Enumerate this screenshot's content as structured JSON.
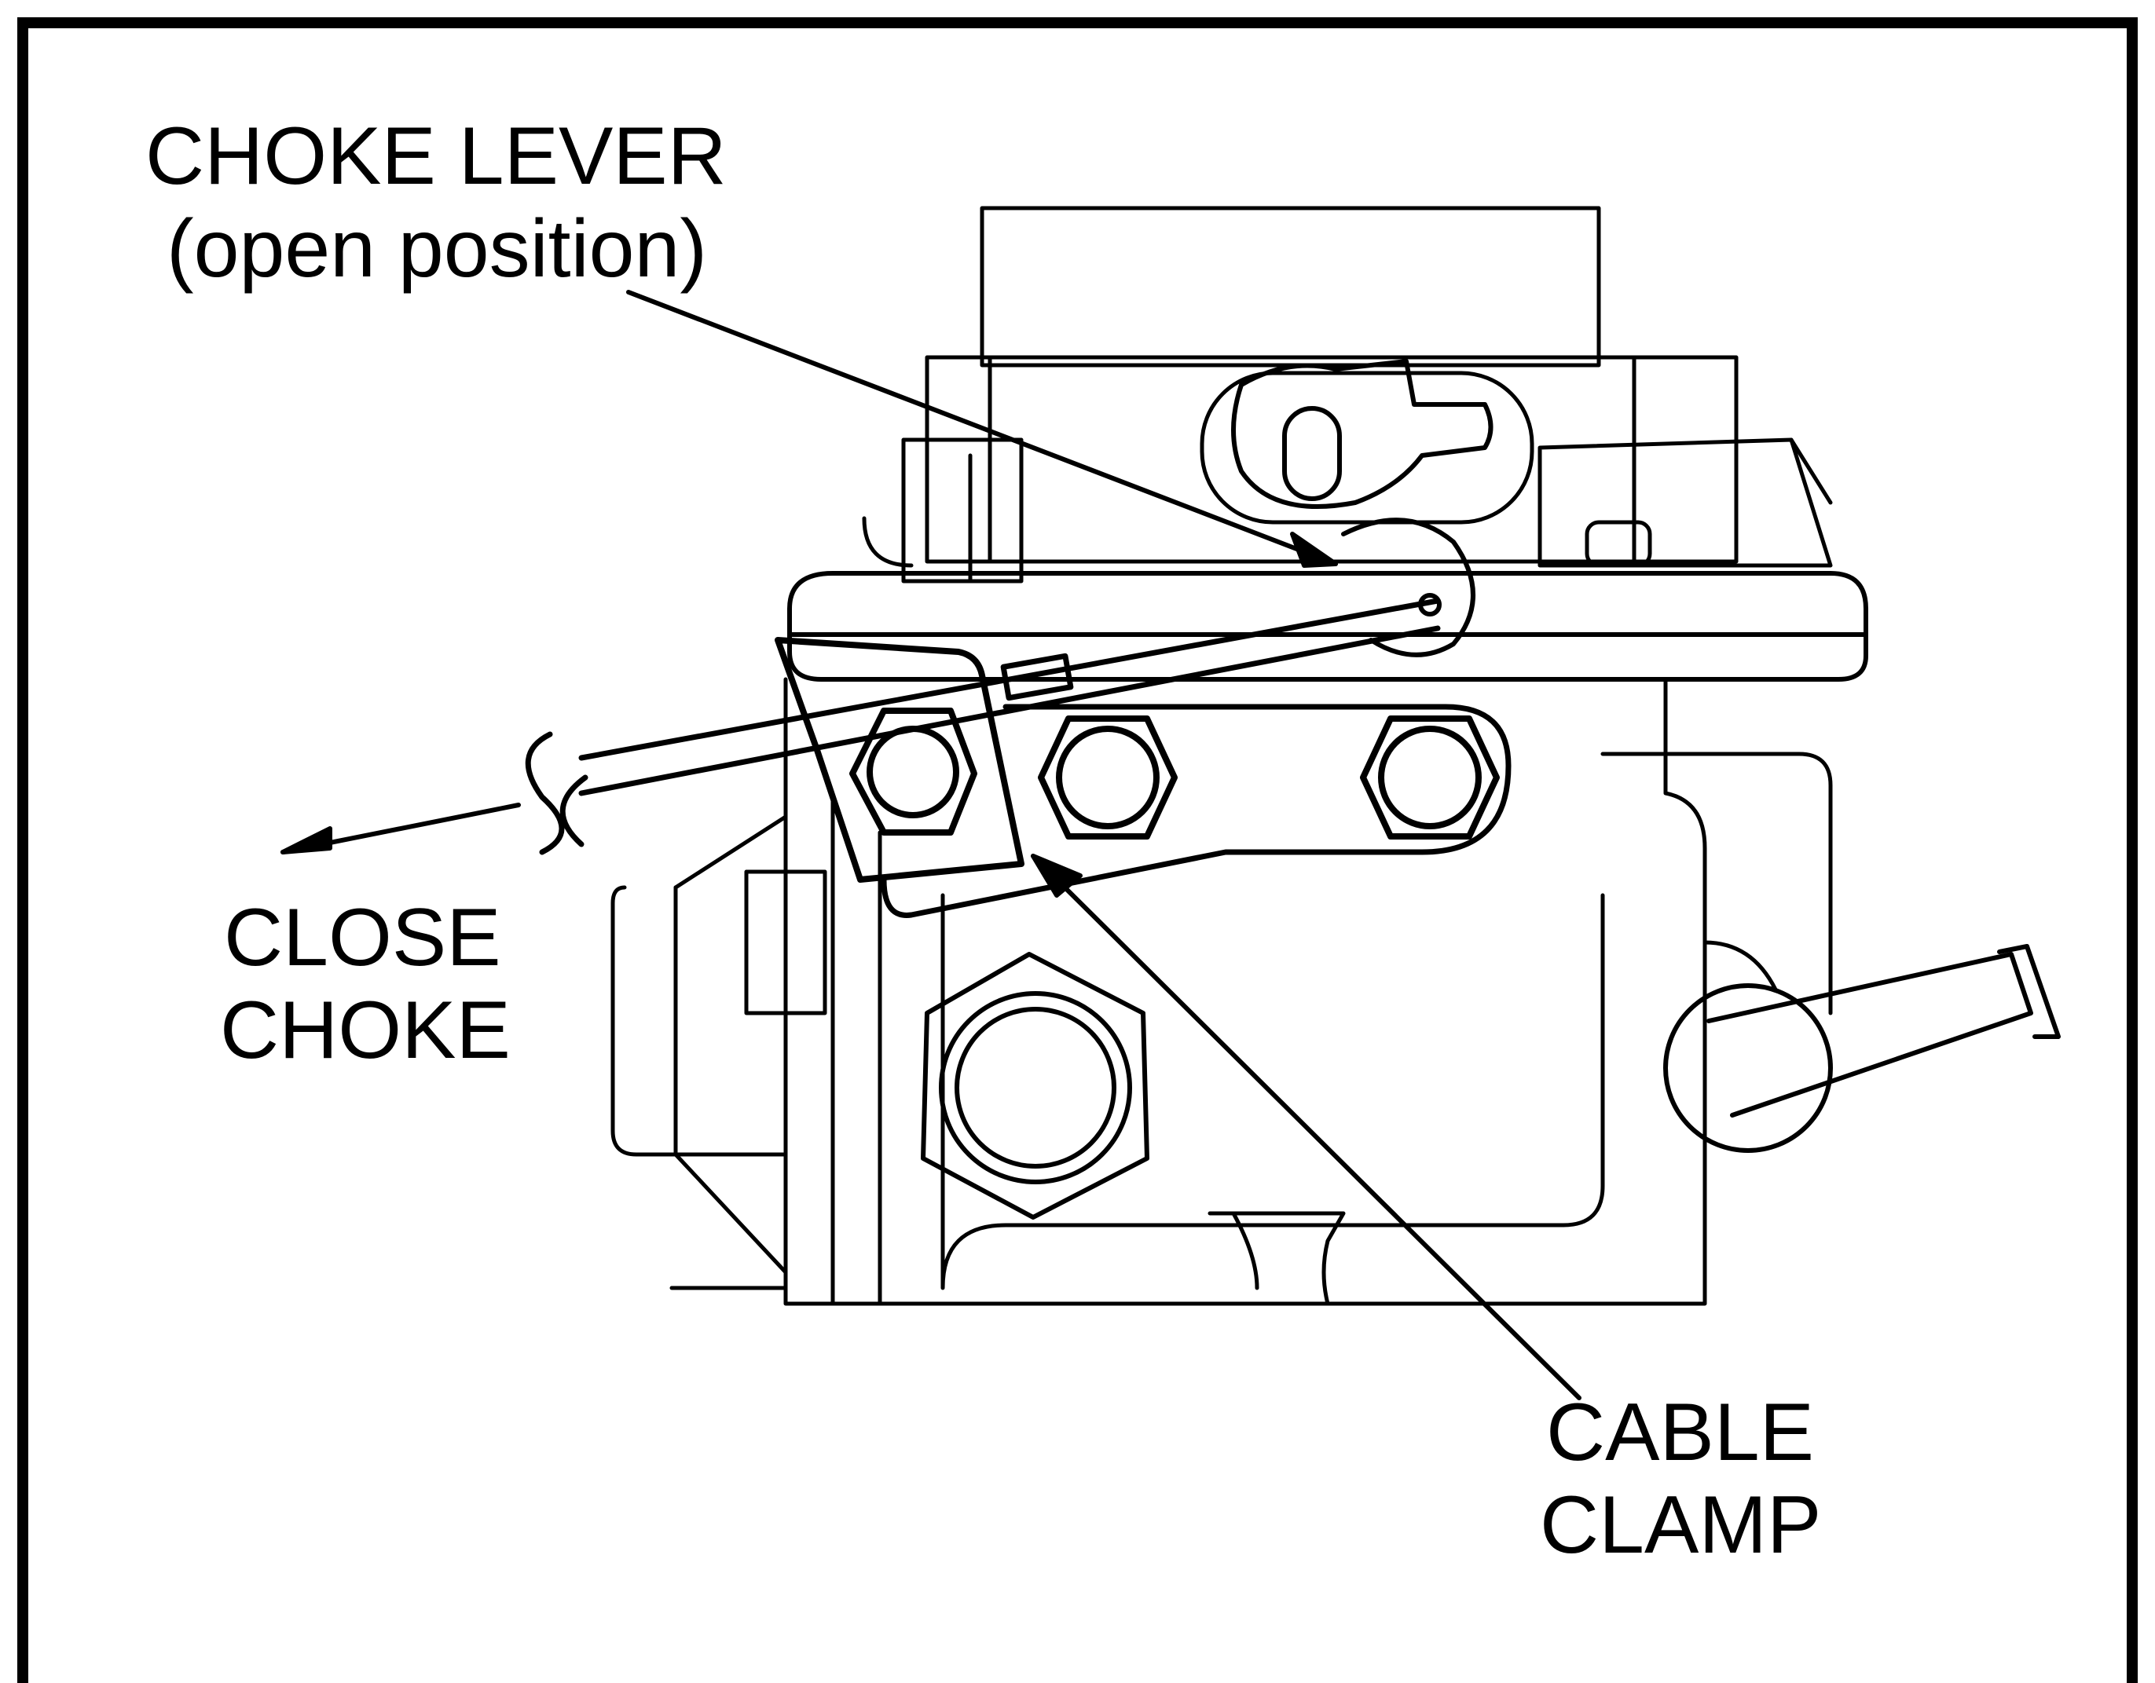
{
  "labels": {
    "choke_lever": "CHOKE LEVER",
    "choke_lever_note": "(open position)",
    "close_line1": "CLOSE",
    "close_line2": "CHOKE",
    "clamp_line1": "CABLE",
    "clamp_line2": "CLAMP"
  },
  "colors": {
    "ink": "#000000",
    "paper": "#ffffff"
  }
}
